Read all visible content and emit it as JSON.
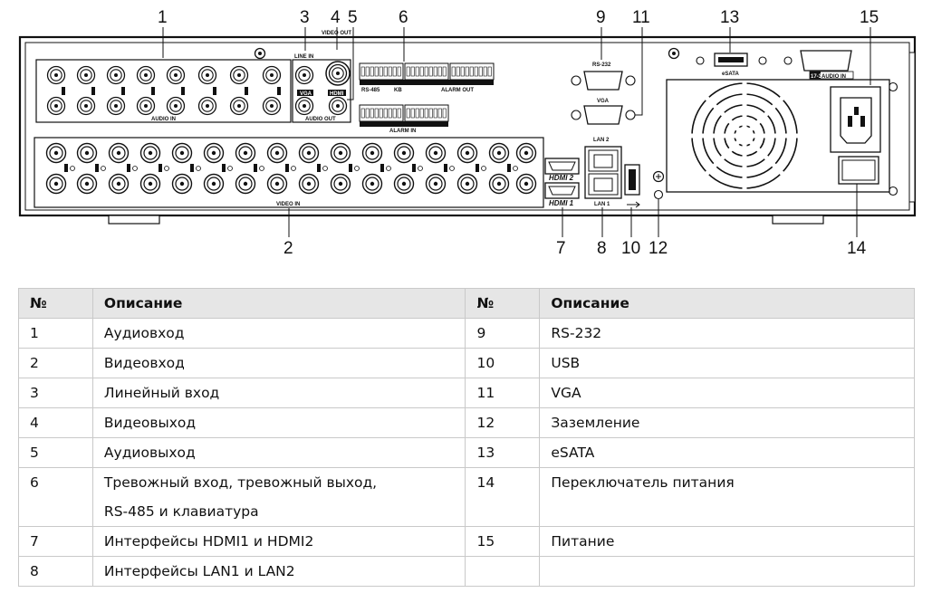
{
  "diagram": {
    "callouts": [
      "1",
      "2",
      "3",
      "4",
      "5",
      "6",
      "7",
      "8",
      "9",
      "10",
      "11",
      "12",
      "13",
      "14",
      "15"
    ],
    "labels": {
      "audio_in": "AUDIO IN",
      "video_in": "VIDEO IN",
      "line_in": "LINE IN",
      "video_out": "VIDEO OUT",
      "audio_out": "AUDIO OUT",
      "vga_tag": "VGA",
      "hdmi_tag": "HDMI",
      "rs485": "RS-485",
      "kb": "KB",
      "alarm_out": "ALARM OUT",
      "alarm_in": "ALARM IN",
      "rs232": "RS-232",
      "vga": "VGA",
      "lan2": "LAN 2",
      "lan1": "LAN 1",
      "esata": "eSATA",
      "audio_top": "AUDIO IN",
      "audio_top_tag": "17-32",
      "hdmi2": "HDMI 2",
      "hdmi1": "HDMI 1"
    }
  },
  "table": {
    "headers": [
      "№",
      "Описание",
      "№",
      "Описание"
    ],
    "rows": [
      {
        "n1": "1",
        "d1": [
          "Аудиовход"
        ],
        "n2": "9",
        "d2": "RS-232"
      },
      {
        "n1": "2",
        "d1": [
          "Видеовход"
        ],
        "n2": "10",
        "d2": "USB"
      },
      {
        "n1": "3",
        "d1": [
          "Линейный вход"
        ],
        "n2": "11",
        "d2": "VGA"
      },
      {
        "n1": "4",
        "d1": [
          "Видеовыход"
        ],
        "n2": "12",
        "d2": "Заземление"
      },
      {
        "n1": "5",
        "d1": [
          "Аудиовыход"
        ],
        "n2": "13",
        "d2": "eSATA"
      },
      {
        "n1": "6",
        "d1": [
          "Тревожный вход, тревожный выход,",
          "RS-485 и клавиатура"
        ],
        "n2": "14",
        "d2": "Переключатель питания"
      },
      {
        "n1": "7",
        "d1": [
          "Интерфейсы HDMI1 и HDMI2"
        ],
        "n2": "15",
        "d2": "Питание"
      },
      {
        "n1": "8",
        "d1": [
          "Интерфейсы LAN1 и LAN2"
        ],
        "n2": "",
        "d2": ""
      }
    ]
  }
}
